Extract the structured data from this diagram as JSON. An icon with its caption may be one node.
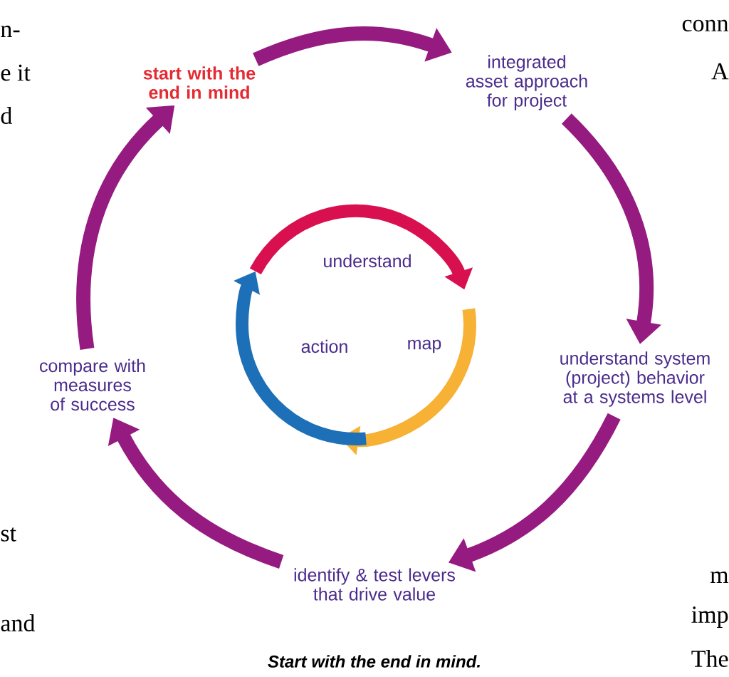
{
  "diagram": {
    "caption": "Start with the end in mind.",
    "nodes": [
      {
        "text": [
          "start with the end in mind"
        ]
      },
      {
        "text": [
          "integrated asset approach for project"
        ]
      },
      {
        "text": [
          "understand system (project) behavior at a systems level"
        ]
      },
      {
        "text": [
          "identify & test levers that drive value"
        ]
      },
      {
        "text": [
          "compare with measures of success"
        ]
      }
    ],
    "edges": [
      {
        "from": 0,
        "to": 1,
        "arrow": "to"
      },
      {
        "from": 1,
        "to": 2,
        "arrow": "to"
      },
      {
        "from": 2,
        "to": 3,
        "arrow": "to"
      },
      {
        "from": 3,
        "to": 4,
        "arrow": "to"
      },
      {
        "from": 4,
        "to": 0,
        "arrow": "to"
      }
    ],
    "labels": [
      "understand",
      "action",
      "map",
      "n-",
      "e it",
      "d",
      "conn",
      "A",
      "st",
      "and",
      "m",
      "imp",
      "The"
    ]
  }
}
